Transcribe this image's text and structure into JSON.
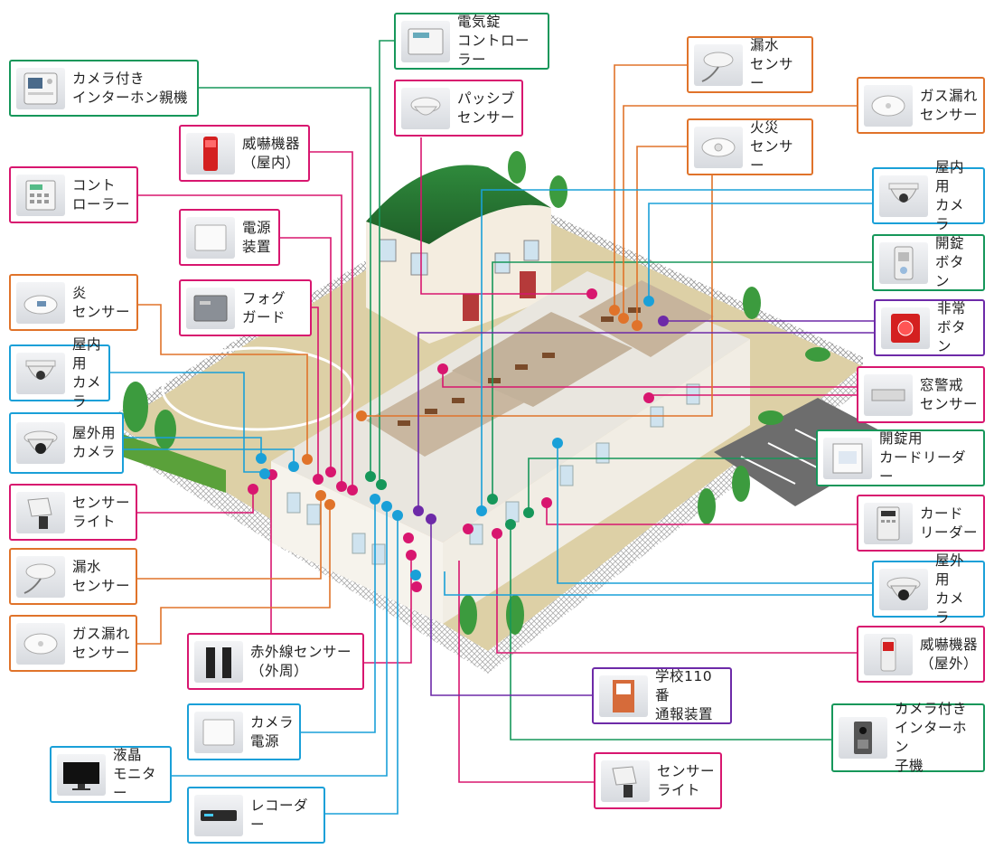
{
  "colors": {
    "blue": "#1aa0d8",
    "green": "#16975a",
    "pink": "#d8166f",
    "orange": "#e0732a",
    "purple": "#6d2aa8"
  },
  "devices": [
    {
      "id": "intercom-master",
      "label": "カメラ付き\nインターホン親機",
      "color": "green",
      "icon": "intercom-master-icon"
    },
    {
      "id": "threat-indoor",
      "label": "威嚇機器\n（屋内）",
      "color": "pink",
      "icon": "red-siren-icon"
    },
    {
      "id": "controller",
      "label": "コント\nローラー",
      "color": "pink",
      "icon": "controller-panel-icon"
    },
    {
      "id": "power-unit",
      "label": "電源\n装置",
      "color": "pink",
      "icon": "power-unit-icon"
    },
    {
      "id": "flame-sensor",
      "label": "炎\nセンサー",
      "color": "orange",
      "icon": "flame-sensor-icon"
    },
    {
      "id": "fog-guard",
      "label": "フォグ\nガード",
      "color": "pink",
      "icon": "fog-guard-icon"
    },
    {
      "id": "indoor-camera-left",
      "label": "屋内用\nカメラ",
      "color": "blue",
      "icon": "dome-camera-icon"
    },
    {
      "id": "outdoor-camera-left",
      "label": "屋外用\nカメラ",
      "color": "blue",
      "icon": "outdoor-camera-icon"
    },
    {
      "id": "sensor-light-left",
      "label": "センサー\nライト",
      "color": "pink",
      "icon": "sensor-light-icon"
    },
    {
      "id": "water-leak-left",
      "label": "漏水\nセンサー",
      "color": "orange",
      "icon": "water-leak-sensor-icon"
    },
    {
      "id": "gas-leak-left",
      "label": "ガス漏れ\nセンサー",
      "color": "orange",
      "icon": "gas-leak-sensor-icon"
    },
    {
      "id": "infrared-sensor",
      "label": "赤外線センサー\n（外周）",
      "color": "pink",
      "icon": "infrared-beam-icon"
    },
    {
      "id": "camera-power",
      "label": "カメラ\n電源",
      "color": "blue",
      "icon": "camera-power-icon"
    },
    {
      "id": "lcd-monitor",
      "label": "液晶\nモニター",
      "color": "blue",
      "icon": "monitor-icon"
    },
    {
      "id": "recorder",
      "label": "レコーダー",
      "color": "blue",
      "icon": "recorder-icon"
    },
    {
      "id": "lock-controller",
      "label": "電気錠\nコントローラー",
      "color": "green",
      "icon": "lock-controller-icon"
    },
    {
      "id": "passive-sensor",
      "label": "パッシブ\nセンサー",
      "color": "pink",
      "icon": "passive-sensor-icon"
    },
    {
      "id": "water-leak-top",
      "label": "漏水\nセンサー",
      "color": "orange",
      "icon": "water-leak-sensor-icon"
    },
    {
      "id": "fire-sensor",
      "label": "火災\nセンサー",
      "color": "orange",
      "icon": "fire-sensor-icon"
    },
    {
      "id": "gas-leak-right",
      "label": "ガス漏れ\nセンサー",
      "color": "orange",
      "icon": "gas-leak-sensor-icon"
    },
    {
      "id": "indoor-camera-right",
      "label": "屋内用\nカメラ",
      "color": "blue",
      "icon": "dome-camera-icon"
    },
    {
      "id": "unlock-button",
      "label": "開錠\nボタン",
      "color": "green",
      "icon": "unlock-button-icon"
    },
    {
      "id": "emergency-button",
      "label": "非常\nボタン",
      "color": "purple",
      "icon": "emergency-button-icon"
    },
    {
      "id": "window-sensor",
      "label": "窓警戒\nセンサー",
      "color": "pink",
      "icon": "window-sensor-icon"
    },
    {
      "id": "unlock-card-reader",
      "label": "開錠用\nカードリーダー",
      "color": "green",
      "icon": "card-reader-icon"
    },
    {
      "id": "card-reader",
      "label": "カード\nリーダー",
      "color": "pink",
      "icon": "card-reader-keypad-icon"
    },
    {
      "id": "outdoor-camera-right",
      "label": "屋外用\nカメラ",
      "color": "blue",
      "icon": "outdoor-camera-icon"
    },
    {
      "id": "threat-outdoor",
      "label": "威嚇機器\n（屋外）",
      "color": "pink",
      "icon": "outdoor-siren-icon"
    },
    {
      "id": "school-110",
      "label": "学校110番\n通報装置",
      "color": "purple",
      "icon": "alarm-box-icon"
    },
    {
      "id": "intercom-sub",
      "label": "カメラ付き\nインターホン\n子機",
      "color": "green",
      "icon": "intercom-sub-icon"
    },
    {
      "id": "sensor-light-bottom",
      "label": "センサー\nライト",
      "color": "pink",
      "icon": "sensor-light-icon"
    }
  ]
}
